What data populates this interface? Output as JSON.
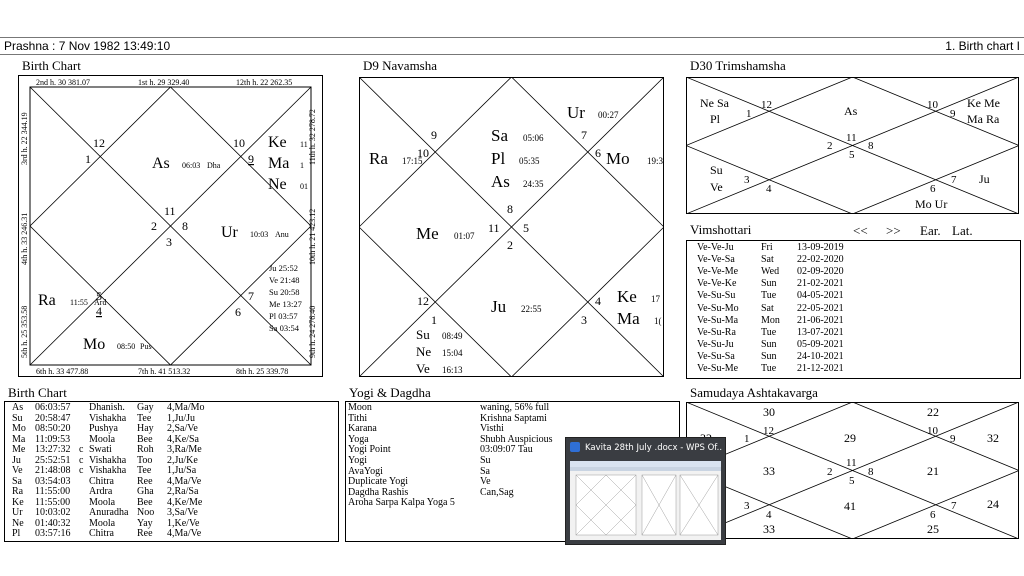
{
  "title_bar": {
    "left": "Prashna :  7 Nov 1982  13:49:10",
    "right": "1. Birth chart I"
  },
  "birth_chart": {
    "title": "Birth Chart",
    "top_strip": [
      "2nd h. 30 381.07",
      "1st h. 29 329.40",
      "12th h. 22 262.35"
    ],
    "bottom_strip": [
      "6th h. 33 477.88",
      "7th h. 41 513.32",
      "8th h. 25 339.78"
    ],
    "left_strip": [
      "3rd h. 22 344.19",
      "4th h. 33 246.31",
      "5th h. 25 353.58"
    ],
    "right_strip": [
      "11th h. 32 278.72",
      "10th h. 21 423.12",
      "9th h. 24 276.40"
    ],
    "house_numbers": [
      "12",
      "1",
      "10",
      "9",
      "11",
      "2",
      "8",
      "3",
      "7",
      "6",
      "4",
      "5"
    ],
    "planets": [
      {
        "name": "As",
        "deg": "06:03",
        "nak": "Dha"
      },
      {
        "name": "Ke",
        "deg": "11"
      },
      {
        "name": "Ma",
        "deg": "1"
      },
      {
        "name": "Ne",
        "deg": "01"
      },
      {
        "name": "Ur",
        "deg": "10:03",
        "nak": "Anu"
      },
      {
        "name": "Ra",
        "deg": "11:55",
        "nak": "Ard"
      },
      {
        "name": "Mo",
        "deg": "08:50",
        "nak": "Pus"
      }
    ],
    "small_list": [
      "Ju 25:52",
      "Ve 21:48",
      "Su 20:58",
      "Me 13:27",
      "Pl 03:57",
      "Sa 03:54"
    ]
  },
  "navamsha": {
    "title": "D9 Navamsha",
    "house_numbers": [
      "7",
      "6",
      "9",
      "10",
      "8",
      "11",
      "5",
      "2",
      "12",
      "1",
      "4",
      "3"
    ],
    "planets": [
      {
        "name": "Ur",
        "deg": "00:27"
      },
      {
        "name": "Sa",
        "deg": "05:06"
      },
      {
        "name": "Pl",
        "deg": "05:35"
      },
      {
        "name": "As",
        "deg": "24:35"
      },
      {
        "name": "Mo",
        "deg": "19:3"
      },
      {
        "name": "Ra",
        "deg": "17:15"
      },
      {
        "name": "Me",
        "deg": "01:07"
      },
      {
        "name": "Ju",
        "deg": "22:55"
      },
      {
        "name": "Ke",
        "deg": "17"
      },
      {
        "name": "Ma",
        "deg": "1("
      },
      {
        "name": "Su",
        "deg": "08:49"
      },
      {
        "name": "Ne",
        "deg": "15:04"
      },
      {
        "name": "Ve",
        "deg": "16:13"
      }
    ]
  },
  "trimshamsha": {
    "title": "D30 Trimshamsha",
    "cells": [
      "Ne Sa",
      "Pl",
      "As",
      "Ke Me",
      "Ma Ra",
      "Su",
      "Ve",
      "Mo Ur",
      "Ju"
    ],
    "house_numbers": [
      "12",
      "1",
      "10",
      "9",
      "11",
      "2",
      "8",
      "5",
      "3",
      "4",
      "6",
      "7"
    ]
  },
  "vimshottari": {
    "title": "Vimshottari",
    "nav": [
      "<<",
      ">>",
      "Ear.",
      "Lat."
    ],
    "rows": [
      [
        "Ve-Ve-Ju",
        "Fri",
        "13-09-2019"
      ],
      [
        "Ve-Ve-Sa",
        "Sat",
        "22-02-2020"
      ],
      [
        "Ve-Ve-Me",
        "Wed",
        "02-09-2020"
      ],
      [
        "Ve-Ve-Ke",
        "Sun",
        "21-02-2021"
      ],
      [
        "Ve-Su-Su",
        "Tue",
        "04-05-2021"
      ],
      [
        "Ve-Su-Mo",
        "Sat",
        "22-05-2021"
      ],
      [
        "Ve-Su-Ma",
        "Mon",
        "21-06-2021"
      ],
      [
        "Ve-Su-Ra",
        "Tue",
        "13-07-2021"
      ],
      [
        "Ve-Su-Ju",
        "Sun",
        "05-09-2021"
      ],
      [
        "Ve-Su-Sa",
        "Sun",
        "24-10-2021"
      ],
      [
        "Ve-Su-Me",
        "Tue",
        "21-12-2021"
      ]
    ]
  },
  "birth_table": {
    "title": "Birth Chart",
    "rows": [
      [
        "As",
        "06:03:57",
        "",
        "Dhanish.",
        "Gay",
        "4,Ma/Mo"
      ],
      [
        "Su",
        "20:58:47",
        "",
        "Vishakha",
        "Tee",
        "1,Ju/Ju"
      ],
      [
        "Mo",
        "08:50:20",
        "",
        "Pushya",
        "Hay",
        "2,Sa/Ve"
      ],
      [
        "Ma",
        "11:09:53",
        "",
        "Moola",
        "Bee",
        "4,Ke/Sa"
      ],
      [
        "Me",
        "13:27:32",
        "c",
        "Swati",
        "Roh",
        "3,Ra/Me"
      ],
      [
        "Ju",
        "25:52:51",
        "c",
        "Vishakha",
        "Too",
        "2,Ju/Ke"
      ],
      [
        "Ve",
        "21:48:08",
        "c",
        "Vishakha",
        "Tee",
        "1,Ju/Sa"
      ],
      [
        "Sa",
        "03:54:03",
        "",
        "Chitra",
        "Ree",
        "4,Ma/Ve"
      ],
      [
        "Ra",
        "11:55:00",
        "",
        "Ardra",
        "Gha",
        "2,Ra/Sa"
      ],
      [
        "Ke",
        "11:55:00",
        "",
        "Moola",
        "Bee",
        "4,Ke/Me"
      ],
      [
        "Ur",
        "10:03:02",
        "",
        "Anuradha",
        "Noo",
        "3,Sa/Ve"
      ],
      [
        "Ne",
        "01:40:32",
        "",
        "Moola",
        "Yay",
        "1,Ke/Ve"
      ],
      [
        "Pl",
        "03:57:16",
        "",
        "Chitra",
        "Ree",
        "4,Ma/Ve"
      ]
    ]
  },
  "yogi": {
    "title": "Yogi & Dagdha",
    "rows": [
      [
        "Moon",
        "waning, 56% full"
      ],
      [
        "Tithi",
        "Krishna  Saptami"
      ],
      [
        "Karana",
        "Visthi"
      ],
      [
        "Yoga",
        "Shubh Auspicious"
      ],
      [
        "Yogi Point",
        "03:09:07 Tau"
      ],
      [
        "Yogi",
        "Su"
      ],
      [
        "AvaYogi",
        "Sa"
      ],
      [
        "Duplicate Yogi",
        "Ve"
      ],
      [
        "Dagdha Rashis",
        "Can,Sag"
      ],
      [
        "Aroha Sarpa Kalpa Yoga 5",
        ""
      ]
    ]
  },
  "ashtakavarga": {
    "title": "Samudaya Ashtakavarga",
    "values": [
      "30",
      "22",
      "32",
      "29",
      "32",
      "33",
      "21",
      "41",
      "24",
      "33",
      "25"
    ],
    "house_numbers": [
      "12",
      "1",
      "10",
      "9",
      "11",
      "2",
      "8",
      "5",
      "3",
      "4",
      "6",
      "7"
    ]
  },
  "taskbar_preview": {
    "title": "Kavita  28th July .docx - WPS Of...",
    "icon": "wps-writer-icon"
  }
}
